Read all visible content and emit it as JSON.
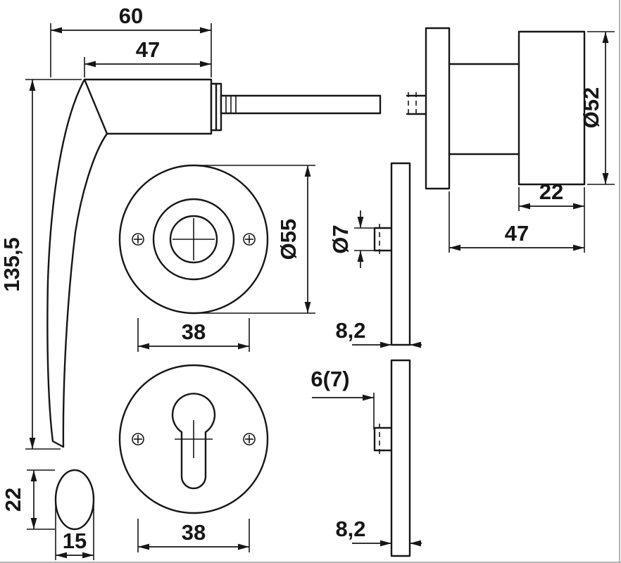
{
  "drawing": {
    "line_color": "#161616",
    "background_color": "#ffffff",
    "labels": {
      "handle_total_projection": "60",
      "handle_neck_length": "47",
      "handle_length": "135,5",
      "rose_diameter": "Ø55",
      "screw_spacing_upper": "38",
      "screw_spacing_lower": "38",
      "grip_end_height": "22",
      "grip_end_width": "15",
      "knob_diameter": "Ø52",
      "knob_depth": "22",
      "knob_total_depth": "47",
      "pin_diameter": "Ø7",
      "rose_thickness_upper": "8,2",
      "pin_length": "6(7)",
      "rose_thickness_lower": "8,2"
    }
  }
}
